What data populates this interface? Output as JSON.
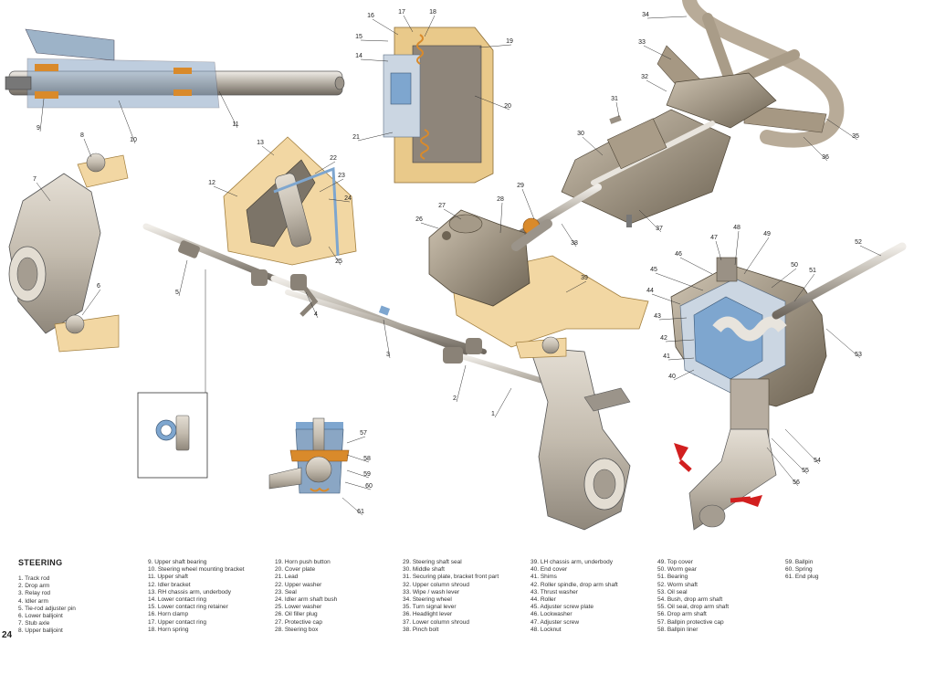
{
  "callouts": [
    "1",
    "2",
    "3",
    "4",
    "5",
    "6",
    "7",
    "8",
    "9",
    "10",
    "11",
    "12",
    "13",
    "14",
    "15",
    "16",
    "17",
    "18",
    "19",
    "20",
    "21",
    "22",
    "23",
    "24",
    "25",
    "26",
    "27",
    "28",
    "29",
    "30",
    "31",
    "32",
    "33",
    "34",
    "35",
    "36",
    "37",
    "38",
    "39",
    "40",
    "41",
    "42",
    "43",
    "44",
    "45",
    "46",
    "47",
    "48",
    "49",
    "50",
    "51",
    "52",
    "53",
    "54",
    "55",
    "56",
    "57",
    "58",
    "59",
    "60",
    "61"
  ],
  "legend": {
    "title": "STEERING",
    "page_number": "24",
    "columns": [
      [
        "1. Track rod",
        "2. Drop arm",
        "3. Relay rod",
        "4. Idler arm",
        "5. Tie-rod adjuster pin",
        "6. Lower balljoint",
        "7. Stub axle",
        "8. Upper balljoint"
      ],
      [
        "9. Upper shaft bearing",
        "10. Steering wheel mounting bracket",
        "11. Upper shaft",
        "12. Idler bracket",
        "13. RH chassis arm, underbody",
        "14. Lower contact ring",
        "15. Lower contact ring retainer",
        "16. Horn clamp",
        "17. Upper contact ring",
        "18. Horn spring"
      ],
      [
        "19. Horn push button",
        "20. Cover plate",
        "21. Lead",
        "22. Upper washer",
        "23. Seal",
        "24. Idler arm shaft bush",
        "25. Lower washer",
        "26. Oil filler plug",
        "27. Protective cap",
        "28. Steering box"
      ],
      [
        "29. Steering shaft seal",
        "30. Middle shaft",
        "31. Securing plate, bracket front part",
        "32. Upper column shroud",
        "33. Wipe / wash lever",
        "34. Steering wheel",
        "35. Turn signal  lever",
        "36. Headlight lever",
        "37. Lower column shroud",
        "38. Pinch bolt"
      ],
      [
        "39. LH chassis arm, underbody",
        "40. End cover",
        "41. Shims",
        "42. Roller spindle, drop arm shaft",
        "43. Thrust washer",
        "44. Roller",
        "45. Adjuster screw plate",
        "46. Lockwasher",
        "47. Adjuster screw",
        "48. Locknut"
      ],
      [
        "49. Top cover",
        "50. Worm gear",
        "51. Bearing",
        "52. Worm shaft",
        "53. Oil seal",
        "54. Bush, drop arm shaft",
        "55. Oil seal, drop arm shaft",
        "56. Drop arm shaft",
        "57. Ballpin protective cap",
        "58. Ballpin liner"
      ],
      [
        "59. Ballpin",
        "60. Spring",
        "61. End plug"
      ]
    ]
  },
  "colors": {
    "metal": "#c9c2b6",
    "metal_dark": "#8f877b",
    "underbody": "#f2d7a3",
    "cutaway_blue": "#7ea6cf",
    "bush_orange": "#d98a2b",
    "arrow_red": "#d21f1f",
    "text": "#222222"
  }
}
